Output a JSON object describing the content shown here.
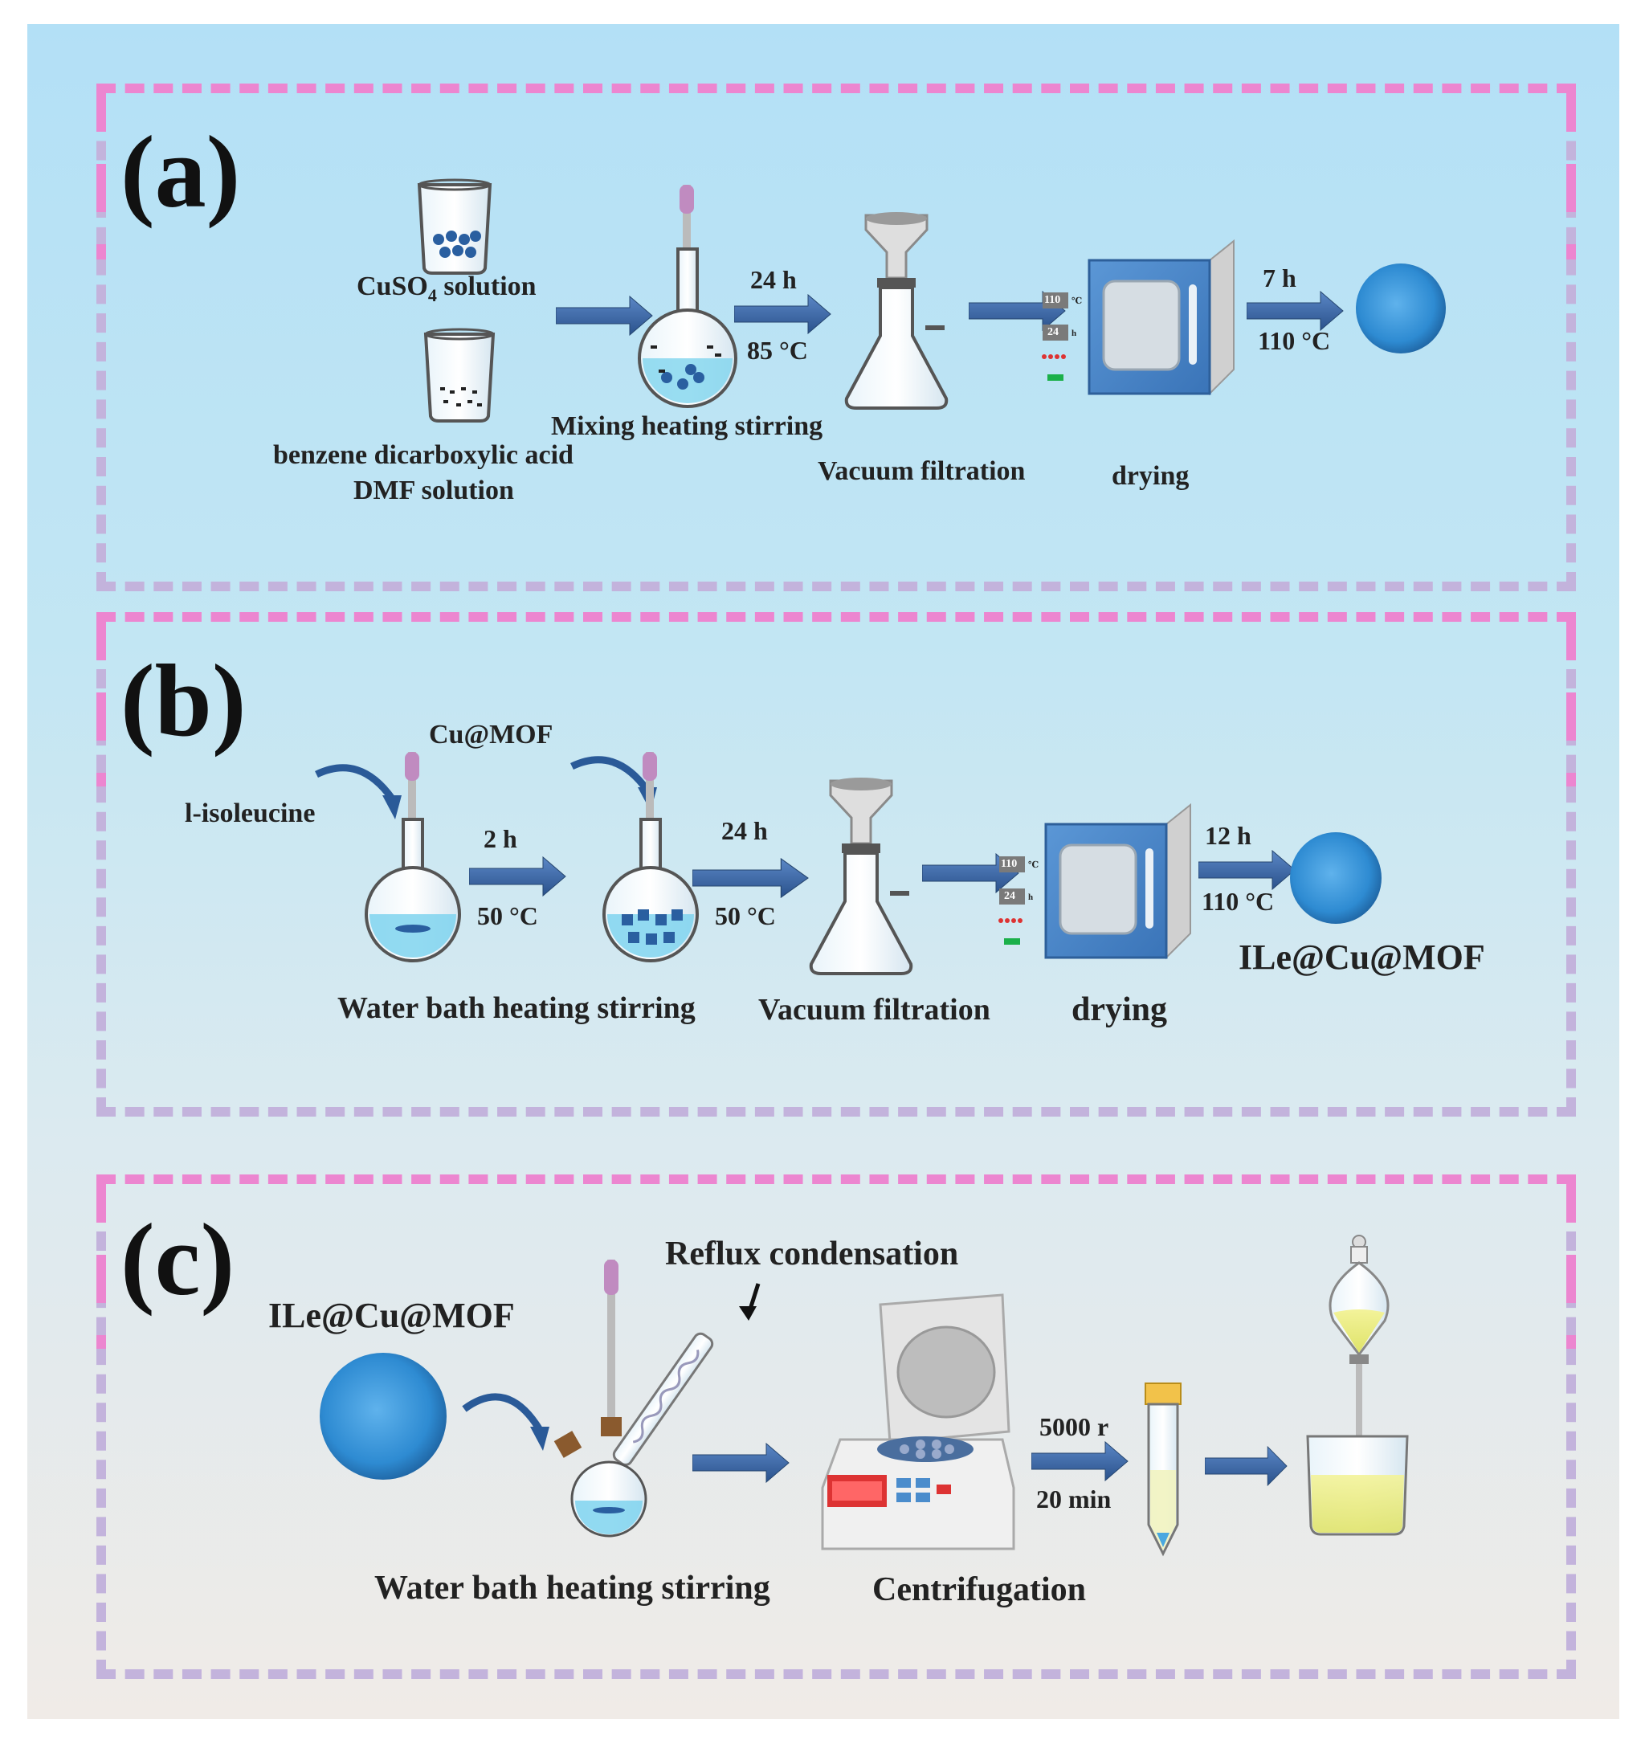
{
  "panels": [
    {
      "label": "(a)",
      "cuso4_label": "CuSO",
      "cuso4_sub": "4",
      "cuso4_suffix": " solution",
      "acid_label": "benzene dicarboxylic acid",
      "dmf_label": "DMF solution",
      "mixing_label": "Mixing heating stirring",
      "time1": "24 h",
      "temp1": "85 °C",
      "filtration_label": "Vacuum filtration",
      "drying_label": "drying",
      "time2": "7 h",
      "temp2": "110 °C",
      "oven_display_temp": "110",
      "oven_display_time": "24",
      "oven_unit_temp": "℃",
      "oven_unit_time": "h"
    },
    {
      "label": "(b)",
      "reagent1": "l-isoleucine",
      "reagent2": "Cu@MOF",
      "time1": "2 h",
      "temp1": "50 °C",
      "time2": "24 h",
      "temp2": "50 °C",
      "stirring_label": "Water bath heating stirring",
      "filtration_label": "Vacuum filtration",
      "drying_label": "drying",
      "time3": "12 h",
      "temp3": "110 °C",
      "product": "ILe@Cu@MOF",
      "oven_display_temp": "110",
      "oven_display_time": "24",
      "oven_unit_temp": "℃",
      "oven_unit_time": "h"
    },
    {
      "label": "(c)",
      "product": "ILe@Cu@MOF",
      "reflux_label": "Reflux condensation",
      "stirring_label": "Water bath heating stirring",
      "centrifugation_label": "Centrifugation",
      "speed": "5000 r",
      "duration": "20 min"
    }
  ],
  "colors": {
    "arrow": "#2f5f9e",
    "frame_top": "#ec86d0",
    "frame_bottom": "#c3b3dc",
    "powder": "#3a8fd0",
    "oven": "#4a86c8",
    "liquid": "#7fd4ee",
    "yellow_liquid": "#ecec7a"
  }
}
